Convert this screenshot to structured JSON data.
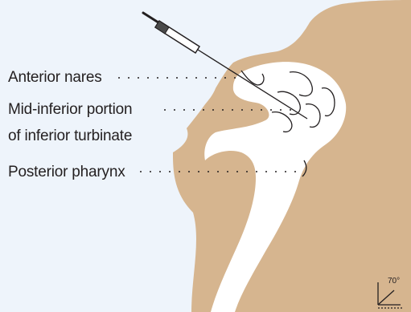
{
  "labels": {
    "anterior_nares": "Anterior nares",
    "mid_inferior_line1": "Mid-inferior portion",
    "mid_inferior_line2": "of inferior turbinate",
    "posterior_pharynx": "Posterior pharynx"
  },
  "angle": "70°",
  "colors": {
    "background": "#eef4fb",
    "skin": "#d6b58f",
    "cavity": "#ffffff",
    "outline": "#231f20",
    "swab_handle": "#4a4a4a"
  }
}
